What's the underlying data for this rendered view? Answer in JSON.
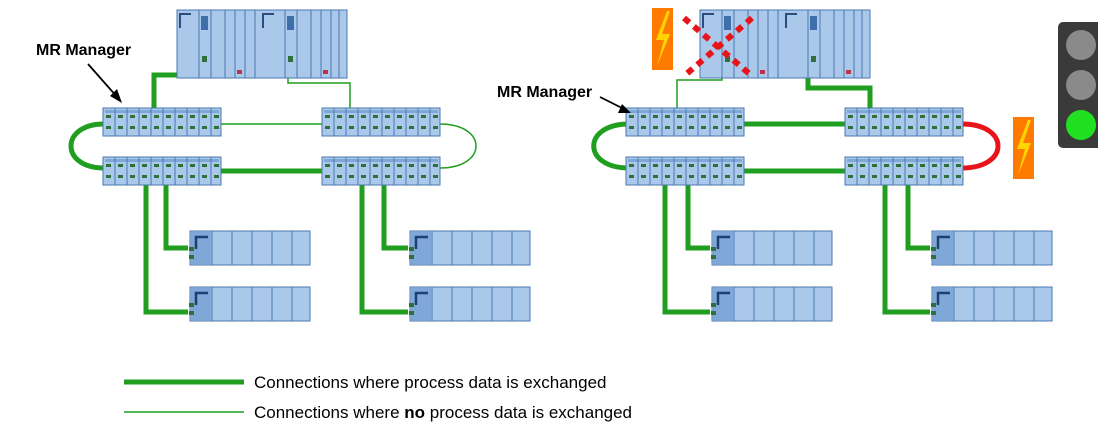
{
  "labels": {
    "mr_manager_left": "MR Manager",
    "mr_manager_right": "MR Manager"
  },
  "legend": {
    "thick_prefix": "Connections where process data is exchanged",
    "thin_prefix": "Connections where ",
    "thin_bold": "no",
    "thin_suffix": " process data is exchanged"
  },
  "colors": {
    "active_connection": "#1f9e1f",
    "faulty_connection": "#e8141c",
    "device_fill": "#a9c8ea",
    "device_border": "#4a77b0",
    "traffic_light_body": "#3a3a3a",
    "lamp_off": "#8a8a8a",
    "lamp_on": "#21e021",
    "lightning_fill": "#ff7a00",
    "lightning_bolt": "#ffd600",
    "failure_mark": "#e8141c"
  },
  "icons": [
    "lightning-icon",
    "failure-cross-icon",
    "traffic-light-icon"
  ],
  "traffic_light": {
    "active_lamp": "green"
  }
}
